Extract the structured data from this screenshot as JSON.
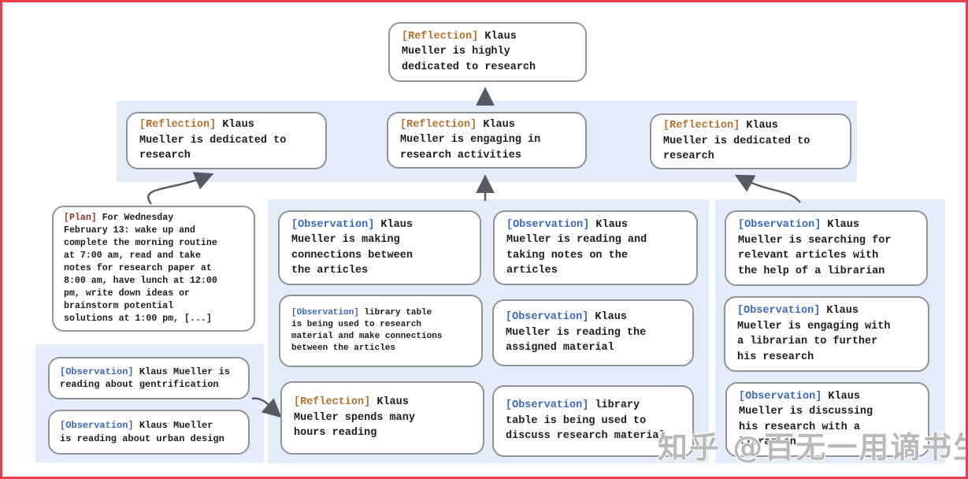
{
  "watermark": "知乎 @百无一用谪书生",
  "colors": {
    "frame_border": "#e8414c",
    "panel_bg": "#e3edf9",
    "box_border": "#909498",
    "body_text": "#1d1d1d",
    "reflection_label": "#b5722e",
    "observation_label": "#3a67c2",
    "plan_label": "#97342a",
    "arrow": "#555b63"
  },
  "nodes": {
    "root": {
      "label": "[Reflection]",
      "text": " Klaus\nMueller is highly\ndedicated to research"
    },
    "refl_left": {
      "label": "[Reflection]",
      "text": " Klaus\nMueller is dedicated to\nresearch"
    },
    "refl_center": {
      "label": "[Reflection]",
      "text": " Klaus\nMueller is engaging in\nresearch activities"
    },
    "refl_right": {
      "label": "[Reflection]",
      "text": " Klaus\nMueller is dedicated to\nresearch"
    },
    "plan": {
      "label": "[Plan]",
      "text": " For Wednesday\nFebruary 13: wake up and\ncomplete the morning routine\nat 7:00 am, read and take\nnotes for research paper at\n8:00 am, have lunch at 12:00\npm, write down ideas or\nbrainstorm potential\nsolutions at 1:00 pm, [...]"
    },
    "obs_gent": {
      "label": "[Observation]",
      "text": " Klaus Mueller is\nreading about gentrification"
    },
    "obs_urban": {
      "label": "[Observation]",
      "text": " Klaus Mueller\nis reading about urban design"
    },
    "mid_a": {
      "label": "[Observation]",
      "text": " Klaus\nMueller is making\nconnections between\nthe articles"
    },
    "mid_b": {
      "label": "[Observation]",
      "text": " library table\nis being used to research\nmaterial and make connections\nbetween the articles"
    },
    "mid_refl": {
      "label": "[Reflection]",
      "text": " Klaus\nMueller spends many\nhours reading"
    },
    "midr_a": {
      "label": "[Observation]",
      "text": " Klaus\nMueller is reading and\ntaking notes on the\narticles"
    },
    "midr_b": {
      "label": "[Observation]",
      "text": " Klaus\nMueller is reading the\nassigned material"
    },
    "midr_c": {
      "label": "[Observation]",
      "text": " library\ntable is being used to\ndiscuss research material"
    },
    "right_a": {
      "label": "[Observation]",
      "text": " Klaus\nMueller is searching for\nrelevant articles with\nthe help of a librarian"
    },
    "right_b": {
      "label": "[Observation]",
      "text": " Klaus\nMueller is engaging with\na librarian to further\nhis research"
    },
    "right_c": {
      "label": "[Observation]",
      "text": " Klaus\nMueller is discussing\nhis research with a\nlibrarian"
    }
  }
}
